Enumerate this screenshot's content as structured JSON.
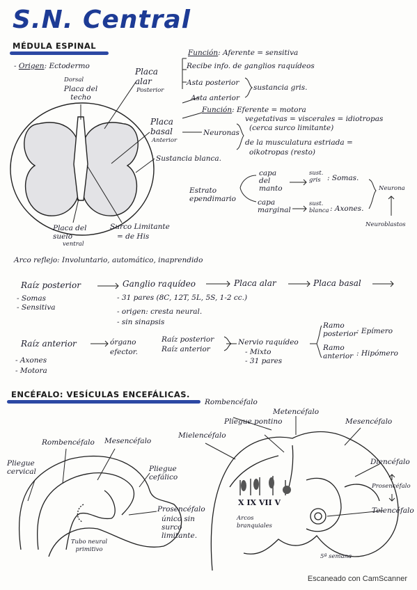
{
  "title": "S.N. Central",
  "medula": {
    "heading": "MÉDULA ESPINAL",
    "origen_label": "Origen",
    "origen_value": ": Ectodermo",
    "dorsal": "Dorsal",
    "placa_techo": "Placa del techo",
    "placa_alar": "Placa alar",
    "posterior": "Posterior",
    "funcion1_label": "Función",
    "funcion1_value": ": Aferente = sensitiva",
    "recibe": "Recibe info. de ganglios raquídeos",
    "asta_posterior": "Asta posterior",
    "sustancia_gris": "sustancia gris.",
    "asta_anterior": "Asta anterior",
    "funcion2_label": "Función",
    "funcion2_value": ": Eferente = motora",
    "placa_basal": "Placa basal",
    "anterior": "Anterior",
    "neuronas": "Neuronas",
    "vegetativas": "vegetativas = viscerales = idiotropas",
    "cerca_surco": "(cerca surco limitante)",
    "musculatura": "de la musculatura estriada =",
    "oikotropas": "oikotropas (resto)",
    "sustancia_blanca": "Sustancia blanca.",
    "estrato": "Estrato ependimario",
    "capa_manto": "capa del manto",
    "sust_gris": "sust. gris",
    "somas": ": Somas.",
    "capa_marginal": "capa marginal",
    "sust_blanca": "sust. blanca",
    "axones": ": Axones.",
    "neurona": "Neurona",
    "neuroblastos": "Neuroblastos",
    "placa_suelo": "Placa del suelo",
    "ventral": "ventral",
    "surco_limitante": "Surco Limitante",
    "de_his": "= de His"
  },
  "arco": {
    "heading": "Arco reflejo: Involuntario, automático, inaprendido",
    "raiz_posterior": "Raíz posterior",
    "ganglio": "Ganglio raquídeo",
    "placa_alar": "Placa alar",
    "placa_basal": "Placa basal",
    "somas": "- Somas",
    "sensitiva": "- Sensitiva",
    "pares31": "- 31 pares (8C, 12T, 5L, 5S, 1-2 cc.)",
    "origen_cresta": "- origen: cresta neural.",
    "sin_sinapsis": "- sin sinapsis",
    "raiz_anterior": "Raíz anterior",
    "organo": "órgano efector.",
    "raiz_posterior2": "Raíz posterior",
    "raiz_anterior2": "Raíz anterior",
    "nervio": "Nervio raquídeo",
    "mixto": "- Mixto",
    "pares31b": "- 31 pares",
    "ramo_posterior": "Ramo posterior",
    "epimero": ": Epímero",
    "ramo_anterior": "Ramo anterior",
    "hipomero": ": Hipómero",
    "axones": "- Axones",
    "motora": "- Motora"
  },
  "encefalo": {
    "heading": "ENCÉFALO: VESÍCULAS ENCEFÁLICAS.",
    "rombencefalo": "Rombencéfalo",
    "mesencefalo": "Mesencéfalo",
    "pliegue_cervical": "Pliegue cervical",
    "pliegue_cefalico": "Pliegue cefálico",
    "prosencefalo": "Prosencéfalo",
    "unico": "único sin surco limitante.",
    "tubo": "Tubo neural primitivo",
    "rombencefalo2": "Rombencéfalo",
    "metencefalo": "Metencéfalo",
    "pliegue_pontino": "Pliegue pontino",
    "mielencefalo": "Mielencéfalo",
    "mesencefalo2": "Mesencéfalo",
    "diencefalo": "Diencéfalo",
    "prosencefalo2": "Prosencéfalo",
    "telencefalo": "Telencéfalo",
    "nervios": "X  IX  VII   V",
    "arcos": "Arcos branquiales",
    "semana": "5ª semana"
  },
  "footer": "Escaneado con CamScanner"
}
